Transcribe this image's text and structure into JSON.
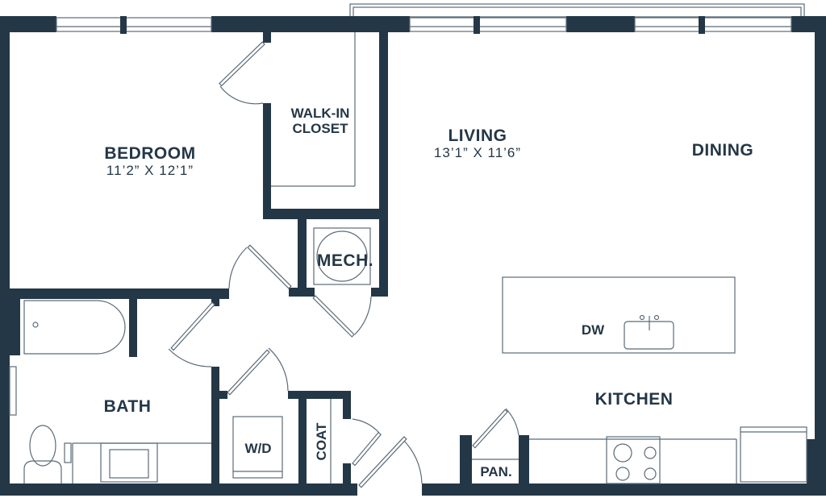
{
  "floorplan": {
    "wall_color": "#243746",
    "rooms": {
      "bedroom": {
        "name": "BEDROOM",
        "dimensions": "11’2” X 12’1”"
      },
      "walk_in_closet": {
        "line1": "WALK-IN",
        "line2": "CLOSET"
      },
      "living": {
        "name": "LIVING",
        "dimensions": "13’1” X 11’6”"
      },
      "dining": {
        "name": "DINING"
      },
      "mech": {
        "name": "MECH."
      },
      "bath": {
        "name": "BATH"
      },
      "laundry": {
        "name": "W/D"
      },
      "coat": {
        "name": "COAT"
      },
      "kitchen": {
        "name": "KITCHEN"
      },
      "dishwasher": {
        "name": "DW"
      },
      "pantry": {
        "name": "PAN."
      }
    }
  }
}
